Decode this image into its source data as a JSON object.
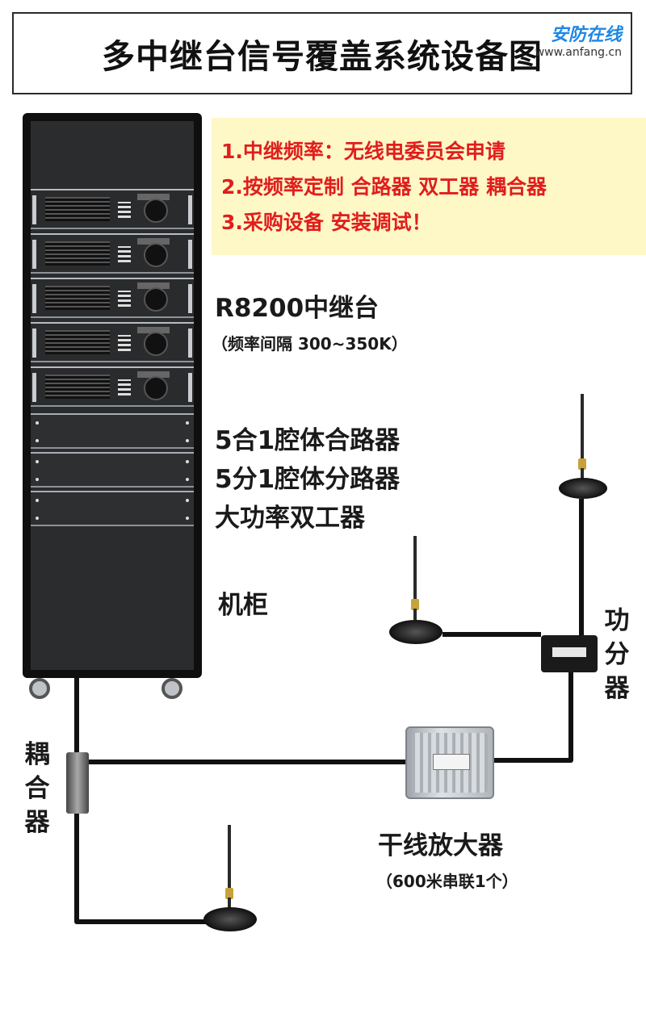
{
  "title": "多中继台信号覆盖系统设备图",
  "watermark": {
    "logo": "安防在线",
    "url": "www.anfang.cn"
  },
  "notes": [
    "1.中继频率：无线电委员会申请",
    "2.按频率定制 合路器 双工器 耦合器",
    "3.采购设备 安装调试！"
  ],
  "repeater": {
    "name": "R8200中继台",
    "spec": "（频率间隔 300~350K）"
  },
  "rack_components": [
    "5合1腔体合路器",
    "5分1腔体分路器",
    "大功率双工器"
  ],
  "cabinet": "机柜",
  "coupler": "耦合器",
  "splitter": "功分器",
  "amplifier": {
    "name": "干线放大器",
    "spec": "（600米串联1个）"
  },
  "colors": {
    "note_text": "#e11d1d",
    "note_bg": "#fdf8c6",
    "watermark_blue": "#1e88e5"
  },
  "icons": [
    "repeater-unit",
    "cavity-panel",
    "antenna-icon",
    "power-splitter-icon",
    "line-amplifier-icon",
    "coupler-icon"
  ]
}
